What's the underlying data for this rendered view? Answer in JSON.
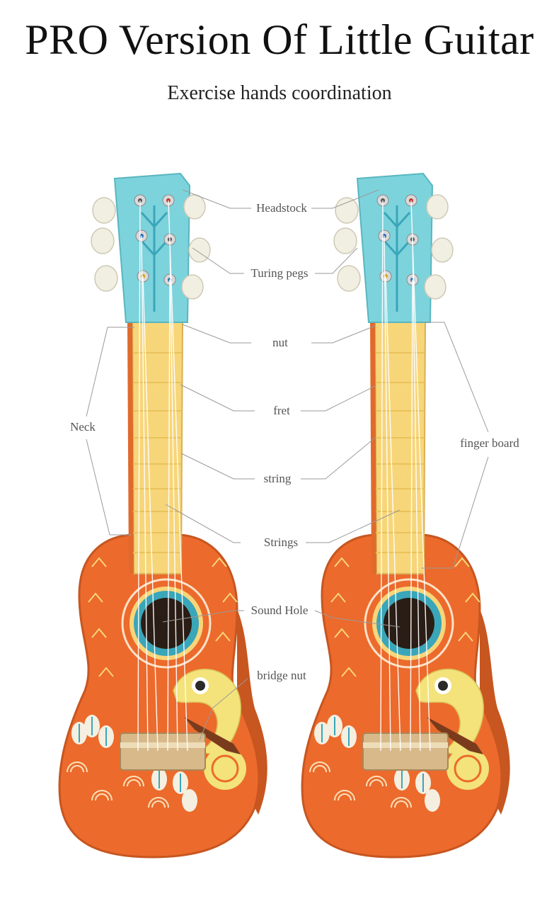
{
  "header": {
    "title": "PRO Version Of Little Guitar",
    "subtitle": "Exercise hands coordination"
  },
  "labels": {
    "headstock": "Headstock",
    "tuning_pegs": "Turing pegs",
    "nut": "nut",
    "fret": "fret",
    "neck": "Neck",
    "string": "string",
    "finger_board": "finger board",
    "strings": "Strings",
    "sound_hole": "Sound Hole",
    "bridge_nut": "bridge nut"
  },
  "colors": {
    "headstock": "#7dd3dc",
    "body": "#ec6a2c",
    "body_edge": "#c75620",
    "fretboard": "#f7d67a",
    "pegs": "#f1eee2",
    "chameleon": "#f3e37a",
    "leader_line": "#9a9a9a"
  }
}
